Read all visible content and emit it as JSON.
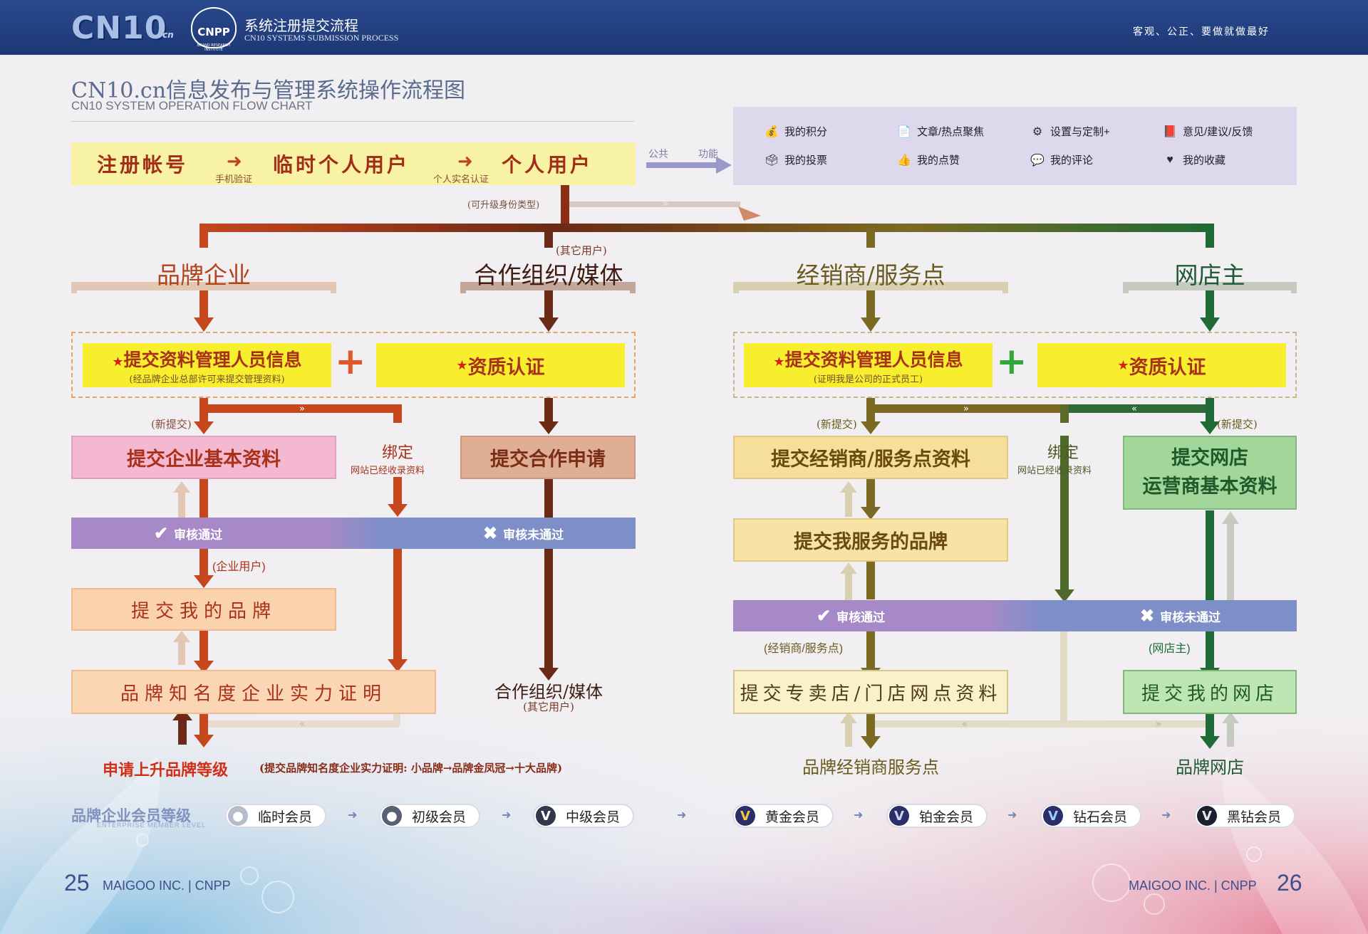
{
  "header": {
    "logo_text": "CN10",
    "logo_sub": "cn",
    "cnpp_text": "CNPP",
    "cnpp_sub": "BRAND RESEARCH INSTITUTE",
    "title_cn": "系统注册提交流程",
    "title_en": "CN10 SYSTEMS SUBMISSION PROCESS",
    "slogan": "客观、公正、要做就做最好"
  },
  "page_title": {
    "cn": "CN10.cn信息发布与管理系统操作流程图",
    "en": "CN10 SYSTEM  OPERATION FLOW CHART"
  },
  "registration": {
    "step1": "注册帐号",
    "step2": "临时个人用户",
    "step3": "个人用户",
    "note1": "手机验证",
    "note2": "个人实名认证",
    "upgrade_note": "(可升级身份类型)",
    "public_label": "公共",
    "function_label": "功能"
  },
  "functions": [
    {
      "icon": "money-bag-icon",
      "glyph": "💰",
      "label": "我的积分"
    },
    {
      "icon": "document-icon",
      "glyph": "📄",
      "label": "文章/热点聚焦"
    },
    {
      "icon": "gear-icon",
      "glyph": "⚙",
      "label": "设置与定制+"
    },
    {
      "icon": "book-icon",
      "glyph": "📕",
      "label": "意见/建议/反馈"
    },
    {
      "icon": "vote-icon",
      "glyph": "🗳",
      "label": "我的投票"
    },
    {
      "icon": "thumbs-up-icon",
      "glyph": "👍",
      "label": "我的点赞"
    },
    {
      "icon": "comment-icon",
      "glyph": "💬",
      "label": "我的评论"
    },
    {
      "icon": "heart-icon",
      "glyph": "♥",
      "label": "我的收藏"
    }
  ],
  "categories": {
    "brand": "品牌企业",
    "coop": "合作组织/媒体",
    "coop_note": "(其它用户)",
    "dealer": "经销商/服务点",
    "shop": "网店主"
  },
  "left": {
    "submit_info": "提交资料管理人员信息",
    "submit_info_note": "(经品牌企业总部许可来提交管理资料)",
    "qualification": "资质认证",
    "new_submit": "(新提交)",
    "bind": "绑定",
    "bind_note": "网站已经收录资料",
    "submit_company": "提交企业基本资料",
    "submit_coop": "提交合作申请",
    "review_pass": "审核通过",
    "review_fail": "审核未通过",
    "enterprise_user": "(企业用户)",
    "submit_brand": "提交我的品牌",
    "brand_proof": "品牌知名度企业实力证明",
    "coop_result": "合作组织/媒体",
    "coop_result_note": "(其它用户)",
    "upgrade_title": "申请上升品牌等级",
    "upgrade_note": "(提交品牌知名度企业实力证明: 小品牌→品牌金凤冠→十大品牌)"
  },
  "right": {
    "submit_info": "提交资料管理人员信息",
    "submit_info_note": "(证明我是公司的正式员工)",
    "qualification": "资质认证",
    "new_submit_left": "(新提交)",
    "new_submit_right": "(新提交)",
    "bind": "绑定",
    "bind_note": "网站已经收录资料",
    "submit_dealer": "提交经销商/服务点资料",
    "submit_shop_line1": "提交网店",
    "submit_shop_line2": "运营商基本资料",
    "submit_service_brand": "提交我服务的品牌",
    "review_pass": "审核通过",
    "review_fail": "审核未通过",
    "dealer_user": "(经销商/服务点)",
    "shop_user": "(网店主)",
    "submit_store": "提交专卖店/门店网点资料",
    "submit_my_shop": "提交我的网店",
    "dealer_result": "品牌经销商服务点",
    "shop_result": "品牌网店"
  },
  "levels": {
    "title": "品牌企业会员等级",
    "subtitle": "ENTERPRISE MEMBER LEVEL",
    "items": [
      "临时会员",
      "初级会员",
      "中级会员",
      "黄金会员",
      "铂金会员",
      "钻石会员",
      "黑钻会员"
    ]
  },
  "footer": {
    "left_page": "25",
    "left_brand": "MAIGOO INC. | CNPP",
    "right_brand": "MAIGOO INC. | CNPP",
    "right_page": "26"
  },
  "colors": {
    "header_blue": "#1f3a7a",
    "brand_red": "#c04a1f",
    "coop_brown": "#6a2a16",
    "dealer_olive": "#7a6a24",
    "shop_green": "#1f6a36",
    "review_purple": "#a889c7",
    "review_blue": "#7e8fc8"
  }
}
